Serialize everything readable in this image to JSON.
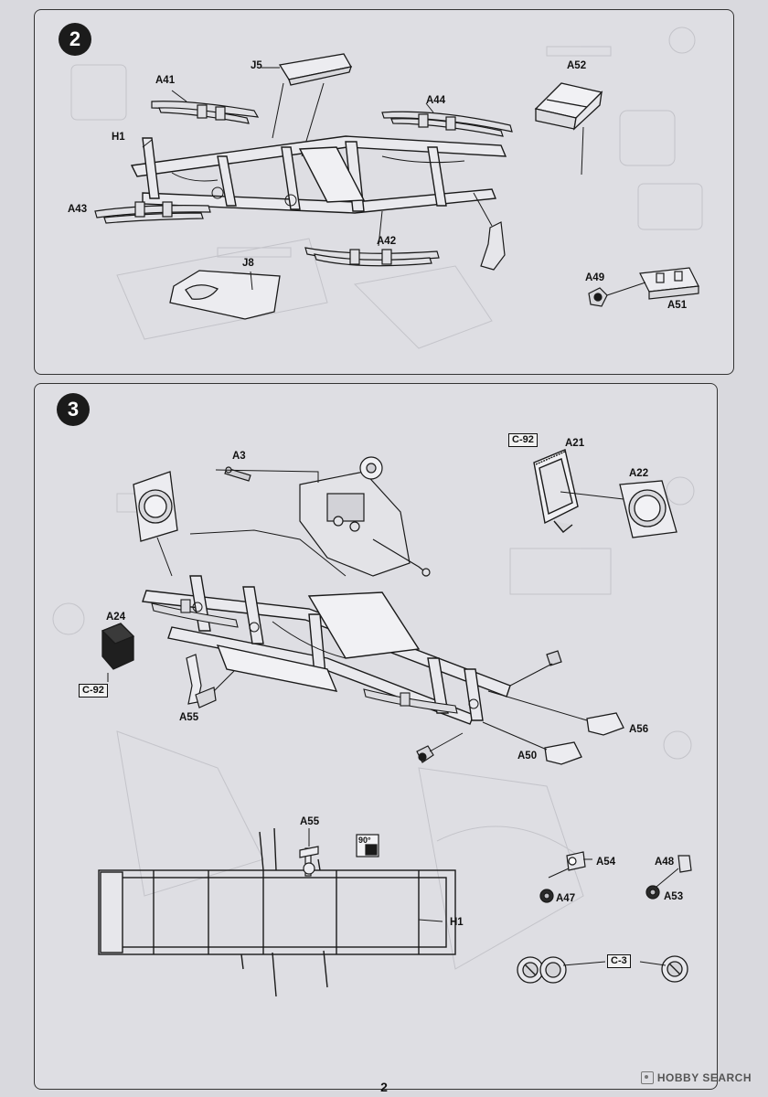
{
  "page": {
    "number": "2"
  },
  "watermark": {
    "brand": "HOBBY SEARCH",
    "icon": "camera-icon"
  },
  "steps": [
    {
      "number": "2",
      "labels": [
        "J5",
        "A52",
        "A41",
        "A44",
        "H1",
        "A43",
        "A42",
        "J8",
        "A49",
        "A51"
      ]
    },
    {
      "number": "3",
      "labels": [
        "A3",
        "C-92",
        "A21",
        "A22",
        "A24",
        "C-92",
        "A55",
        "A56",
        "A50"
      ],
      "detail": {
        "labels": [
          "A55",
          "H1",
          "A54",
          "A47",
          "A48",
          "A53",
          "C-3"
        ],
        "angle": "90°"
      }
    }
  ],
  "colors": {
    "line": "#1a1a1a",
    "paper": "#dedee3",
    "ghost": "#b9b9bf"
  }
}
